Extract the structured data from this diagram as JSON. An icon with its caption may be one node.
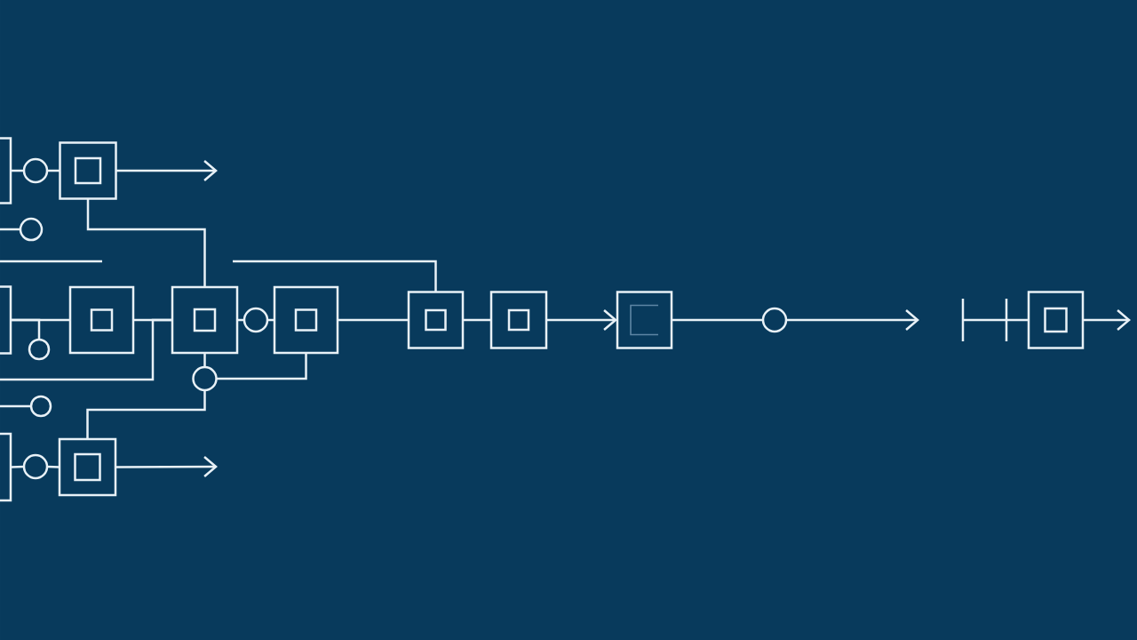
{
  "diagram": {
    "nodes": [
      {
        "text": [],
        "shape": "box"
      },
      {
        "text": [],
        "shape": "circle"
      },
      {
        "text": [],
        "shape": "box"
      },
      {
        "text": [],
        "shape": "box",
        "in": 2
      },
      {
        "text": [],
        "shape": "circle"
      },
      {
        "text": [],
        "shape": "box"
      },
      {
        "text": [],
        "shape": "box"
      },
      {
        "text": [],
        "shape": "box",
        "in": 6
      },
      {
        "text": [],
        "shape": "box"
      },
      {
        "text": [],
        "shape": "box",
        "in": 8
      },
      {
        "text": [],
        "shape": "circle"
      },
      {
        "text": [],
        "shape": "box"
      },
      {
        "text": [],
        "shape": "box",
        "in": 11
      },
      {
        "text": [],
        "shape": "box"
      },
      {
        "text": [],
        "shape": "box",
        "in": 13
      },
      {
        "text": [],
        "shape": "box"
      },
      {
        "text": [],
        "shape": "box",
        "in": 15
      },
      {
        "text": [],
        "shape": "box"
      },
      {
        "text": [],
        "shape": "box",
        "in": 17
      },
      {
        "text": [],
        "shape": "circle"
      },
      {
        "text": [],
        "shape": "bar"
      },
      {
        "text": [],
        "shape": "bar"
      },
      {
        "text": [],
        "shape": "box"
      },
      {
        "text": [],
        "shape": "box",
        "in": 22
      },
      {
        "text": [],
        "shape": "circle"
      },
      {
        "text": [],
        "shape": "circle"
      },
      {
        "text": [],
        "shape": "circle"
      },
      {
        "text": [],
        "shape": "box"
      },
      {
        "text": [],
        "shape": "circle"
      },
      {
        "text": [],
        "shape": "box"
      },
      {
        "text": [],
        "shape": "box",
        "in": 29
      }
    ],
    "edges": [
      {
        "from": 0,
        "to": 1,
        "arrow": "none"
      },
      {
        "from": 1,
        "to": 2,
        "arrow": "none"
      },
      {
        "from": 2,
        "to": null,
        "arrow": "to"
      },
      {
        "from": null,
        "to": 4,
        "arrow": "none"
      },
      {
        "from": 2,
        "to": 8,
        "arrow": "none"
      },
      {
        "from": null,
        "to": 13,
        "arrow": "none"
      },
      {
        "from": 5,
        "to": 6,
        "arrow": "none"
      },
      {
        "from": 5,
        "to": 24,
        "arrow": "none"
      },
      {
        "from": 6,
        "to": 8,
        "arrow": "none"
      },
      {
        "from": null,
        "to": 8,
        "arrow": "none"
      },
      {
        "from": 8,
        "to": 10,
        "arrow": "none"
      },
      {
        "from": 10,
        "to": 11,
        "arrow": "none"
      },
      {
        "from": 8,
        "to": 25,
        "arrow": "none"
      },
      {
        "from": 25,
        "to": 11,
        "arrow": "none"
      },
      {
        "from": 25,
        "to": 29,
        "arrow": "none"
      },
      {
        "from": 11,
        "to": 13,
        "arrow": "none"
      },
      {
        "from": 13,
        "to": 15,
        "arrow": "none"
      },
      {
        "from": 15,
        "to": 17,
        "arrow": "to"
      },
      {
        "from": 17,
        "to": 19,
        "arrow": "none"
      },
      {
        "from": 19,
        "to": null,
        "arrow": "to"
      },
      {
        "from": 20,
        "to": 21,
        "arrow": "none"
      },
      {
        "from": 21,
        "to": 22,
        "arrow": "none"
      },
      {
        "from": 22,
        "to": null,
        "arrow": "to"
      },
      {
        "from": null,
        "to": 26,
        "arrow": "none"
      },
      {
        "from": 27,
        "to": 28,
        "arrow": "none"
      },
      {
        "from": 28,
        "to": 29,
        "arrow": "none"
      },
      {
        "from": 29,
        "to": null,
        "arrow": "to"
      }
    ]
  }
}
